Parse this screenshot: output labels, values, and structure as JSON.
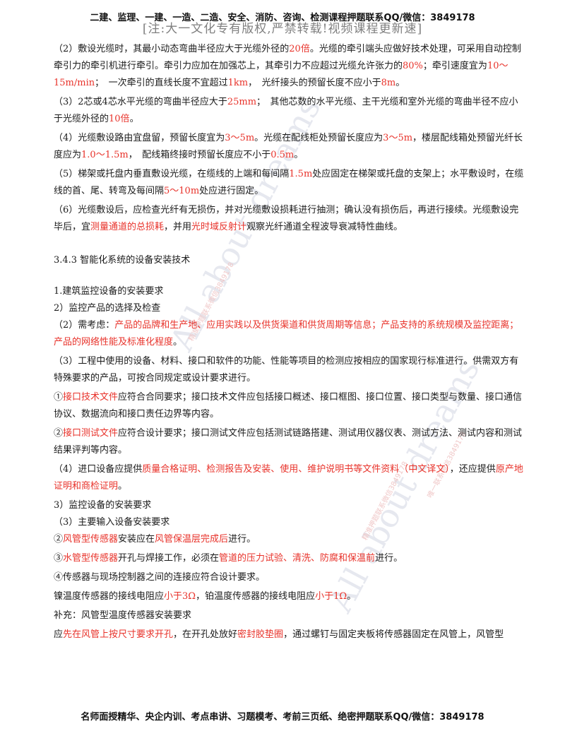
{
  "header": {
    "top": "二建、监理、一建、一造、二造、安全、消防、咨询、检测课程押题联系QQ/微信：3849178",
    "overlay": "[注:大一文化专有版权,严禁转载!视频课程更新速]"
  },
  "watermarks": {
    "big1": "All about dreams",
    "big2": "All about dreams",
    "small1": "精准押题联系微信3849178",
    "small2": "精准押题联系微信3849178",
    "small3": "唯一联系微信3849178"
  },
  "body": {
    "p1": [
      {
        "t": "（2）敷设光缆时，其最小动态弯曲半径应大于光缆外径的"
      },
      {
        "t": "20倍",
        "r": true
      },
      {
        "t": "。光缆的牵引端头应做好技术处理，可采用自动控制牵引力的牵引机进行牵引。牵引力应加在加强芯上，其牵引力不应超过光缆允许张力的"
      },
      {
        "t": "80%",
        "r": true
      },
      {
        "t": "；牵引速度宜为"
      },
      {
        "t": "10～15m/min",
        "r": true
      },
      {
        "t": "；　一次牵引的直线长度不宜超过"
      },
      {
        "t": "1km",
        "r": true
      },
      {
        "t": "，　光纤接头的预留长度不应小于"
      },
      {
        "t": "8m",
        "r": true
      },
      {
        "t": "。"
      }
    ],
    "p2": [
      {
        "t": "（3）2芯或4芯水平光缆的弯曲半径应大于"
      },
      {
        "t": "25mm",
        "r": true
      },
      {
        "t": "；　其他芯数的水平光缆、主干光缆和室外光缆的弯曲半径不应小于光缆外径的"
      },
      {
        "t": "10倍",
        "r": true
      },
      {
        "t": "。"
      }
    ],
    "p3": [
      {
        "t": "（4）光缆敷设路由宜盘留，预留长度宜为"
      },
      {
        "t": "3～5m",
        "r": true
      },
      {
        "t": "。光缆在配线柜处预留长度应为"
      },
      {
        "t": "3～5m",
        "r": true
      },
      {
        "t": "，楼层配线箱处预留光纤长度应为"
      },
      {
        "t": "1.0～1.5m",
        "r": true
      },
      {
        "t": "，　配线箱终接时预留长度应不小于"
      },
      {
        "t": "0.5m",
        "r": true
      },
      {
        "t": "。"
      }
    ],
    "p4": [
      {
        "t": "（5）梯架或托盘内垂直敷设光缆，在缆线的上端和每间隔"
      },
      {
        "t": "1.5m",
        "r": true
      },
      {
        "t": "处应固定在梯架或托盘的支架上；水平敷设时，在缆线的首、尾、转弯及每间隔"
      },
      {
        "t": "5～10m",
        "r": true
      },
      {
        "t": "处应进行固定。"
      }
    ],
    "p5": [
      {
        "t": "（6）光缆敷设后，应检查光纤有无损伤，并对光缆敷设损耗进行抽测；确认没有损伤后，再进行接续。光缆敷设完毕后，宜"
      },
      {
        "t": "测量通道的总损耗",
        "r": true
      },
      {
        "t": "，并用"
      },
      {
        "t": "光时域反射计",
        "r": true
      },
      {
        "t": "观察光纤通道全程波导衰减特性曲线。"
      }
    ],
    "section": "3.4.3 智能化系统的设备安装技术",
    "h1": "1.建筑监控设备的安装要求",
    "h2": "2）监控产品的选择及检查",
    "p6": [
      {
        "t": "（2）需考虑："
      },
      {
        "t": "产品的品牌和生产地、应用实践以及供货渠道和供货周期等信息；产品支持的系统规模及监控距离；产品的网络性能及标准化程度",
        "r": true
      },
      {
        "t": "。"
      }
    ],
    "p7": [
      {
        "t": "（3）工程中使用的设备、材料、接口和软件的功能、性能等项目的检测应按相应的国家现行标准进行。供需双方有特殊要求的产品，可按合同规定或设计要求进行。"
      }
    ],
    "p8": [
      {
        "t": "①"
      },
      {
        "t": "接口技术文件",
        "r": true
      },
      {
        "t": "应符合合同要求；接口技术文件应包括接口概述、接口框图、接口位置、接口类型与数量、接口通信协议、数据流向和接口责任边界等内容。"
      }
    ],
    "p9": [
      {
        "t": "②"
      },
      {
        "t": "接口测试文件",
        "r": true
      },
      {
        "t": "应符合设计要求；接口测试文件应包括测试链路搭建、测试用仪器仪表、测试方法、测试内容和测试结果评判等内容。"
      }
    ],
    "p10": [
      {
        "t": "（4）进口设备应提供"
      },
      {
        "t": "质量合格证明、检测报告及安装、使用、维护说明书等文件资料（中文译文）",
        "r": true
      },
      {
        "t": "，还应提供"
      },
      {
        "t": "原产地证明和商检证明",
        "r": true
      },
      {
        "t": "。"
      }
    ],
    "h3": "3）监控设备的安装要求",
    "h4": "（3）主要输入设备安装要求",
    "p11": [
      {
        "t": "②"
      },
      {
        "t": "风管型传感器",
        "r": true
      },
      {
        "t": "安装应在"
      },
      {
        "t": "风管保温层完成后",
        "r": true
      },
      {
        "t": "进行。"
      }
    ],
    "p12": [
      {
        "t": "③"
      },
      {
        "t": "水管型传感器",
        "r": true
      },
      {
        "t": "开孔与焊接工作，必须在"
      },
      {
        "t": "管道的压力试验、清洗、防腐和保温前",
        "r": true
      },
      {
        "t": "进行。"
      }
    ],
    "p13": [
      {
        "t": "④传感器与现场控制器之间的连接应符合设计要求。"
      }
    ],
    "p14": [
      {
        "t": "镍温度传感器的接线电阻应"
      },
      {
        "t": "小于3Ω",
        "r": true
      },
      {
        "t": "，铂温度传感器的接线电阻应"
      },
      {
        "t": "小于1Ω",
        "r": true
      },
      {
        "t": "。"
      }
    ],
    "p15": [
      {
        "t": "补充：风管型温度传感器安装要求"
      }
    ],
    "p16": [
      {
        "t": "应"
      },
      {
        "t": "先在风管上按尺寸要求开孔",
        "r": true
      },
      {
        "t": "，在开孔处放好"
      },
      {
        "t": "密封胶垫圈",
        "r": true
      },
      {
        "t": "，通过螺钉与固定夹板将传感器固定在风管上，风管型"
      }
    ]
  },
  "footer": "名师面授精华、央企内训、考点串讲、习题模考、考前三页纸、绝密押题联系QQ/微信：3849178"
}
